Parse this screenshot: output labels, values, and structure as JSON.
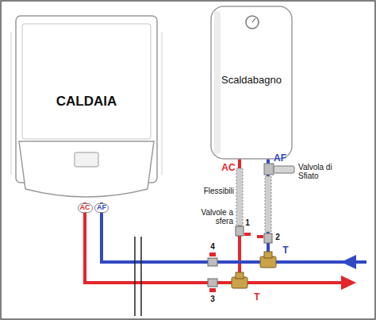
{
  "diagram": {
    "nodes": [
      {
        "text": [
          "CALDAIA"
        ]
      },
      {
        "text": [
          "Scaldabagno"
        ]
      }
    ],
    "edges": [
      {
        "from": 0,
        "to": 1,
        "arrow": "none"
      },
      {
        "from": 0,
        "to": 1,
        "arrow": "none"
      }
    ],
    "labels": [
      "AC",
      "AF",
      "AC",
      "AF",
      "Valvola di Sfiato",
      "Flessibili",
      "Valvole a sfera",
      "1",
      "2",
      "3",
      "4",
      "T",
      "T"
    ]
  }
}
